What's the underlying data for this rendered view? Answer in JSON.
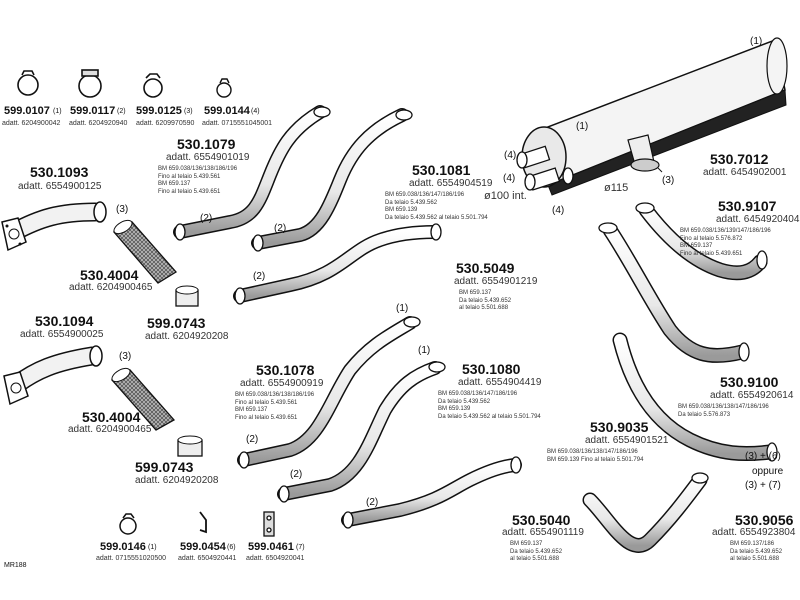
{
  "sheet_ref": "MR188",
  "parts": {
    "p5990107": {
      "code": "599.0107",
      "qty": "(1)",
      "adatt": "adatt. 6204900042"
    },
    "p5990117": {
      "code": "599.0117",
      "qty": "(2)",
      "adatt": "adatt. 6204920940"
    },
    "p5990125": {
      "code": "599.0125",
      "qty": "(3)",
      "adatt": "adatt. 6209970590"
    },
    "p5990144": {
      "code": "599.0144",
      "qty": "(4)",
      "adatt": "adatt. 0715551045001"
    },
    "p5301093": {
      "code": "530.1093",
      "adatt": "adatt. 6554900125"
    },
    "p5301079": {
      "code": "530.1079",
      "adatt": "adatt. 6554901019",
      "notes": "BM 659.038/136/138/186/196\nFino al telaio 5.439.561\nBM 659.137\nFino al telaio 5.439.651"
    },
    "p5301081": {
      "code": "530.1081",
      "adatt": "adatt. 6554904519",
      "notes": "BM 659.038/136/147/186/196\nDa telaio 5.439.562\nBM 659.139\nDa telaio 5.439.562 al telaio 5.501.794"
    },
    "p5307012": {
      "code": "530.7012",
      "adatt": "adatt. 6454902001"
    },
    "p5309107": {
      "code": "530.9107",
      "adatt": "adatt. 6454920404",
      "notes": "BM 659.038/136/139/147/186/196\nFino al telaio 5.576.872\nBM 659.137\nFino al telaio 5.439.651"
    },
    "p5304004a": {
      "code": "530.4004",
      "adatt": "adatt. 6204900465"
    },
    "p5990743a": {
      "code": "599.0743",
      "adatt": "adatt. 6204920208"
    },
    "p5305049": {
      "code": "530.5049",
      "adatt": "adatt. 6554901219",
      "notes": "BM 659.137\nDa telaio 5.439.652\nal telaio 5.501.688"
    },
    "p5301094": {
      "code": "530.1094",
      "adatt": "adatt. 6554900025"
    },
    "p5301078": {
      "code": "530.1078",
      "adatt": "adatt. 6554900919",
      "notes": "BM 659.038/136/138/186/196\nFino al telaio 5.439.561\nBM 659.137\nFino al telaio 5.439.651"
    },
    "p5301080": {
      "code": "530.1080",
      "adatt": "adatt. 6554904419",
      "notes": "BM 659.038/136/147/186/196\nDa telaio 5.439.562\nBM 659.139\nDa telaio 5.439.562 al telaio 5.501.794"
    },
    "p5309100": {
      "code": "530.9100",
      "adatt": "adatt. 6554920614",
      "notes": "BM 659.038/136/138/147/186/196\nDa telaio 5.576.873"
    },
    "p5304004b": {
      "code": "530.4004",
      "adatt": "adatt. 6204900465"
    },
    "p5309035": {
      "code": "530.9035",
      "adatt": "adatt. 6554901521",
      "notes": "BM 659.038/136/138/147/186/196\nBM 659.139 Fino al telaio 5.501.794"
    },
    "p5990743b": {
      "code": "599.0743",
      "adatt": "adatt. 6204920208"
    },
    "p5305040": {
      "code": "530.5040",
      "adatt": "adatt. 6554901119",
      "notes": "BM 659.137\nDa telaio 5.439.652\nal telaio 5.501.688"
    },
    "p5309056": {
      "code": "530.9056",
      "adatt": "adatt. 6554923804",
      "notes": "BM 659.137/186\nDa telaio 5.439.652\nal telaio 5.501.688"
    },
    "p5990146": {
      "code": "599.0146",
      "qty": "(1)",
      "adatt": "adatt. 0715551020500"
    },
    "p5990454": {
      "code": "599.0454",
      "qty": "(6)",
      "adatt": "adatt. 6504920441"
    },
    "p5990461": {
      "code": "599.0461",
      "qty": "(7)",
      "adatt": "adatt. 6504920041"
    }
  },
  "callouts": {
    "muffler_1a": "(1)",
    "muffler_1b": "(1)",
    "muffler_4a": "(4)",
    "muffler_4b": "(4)",
    "muffler_3": "(3)",
    "dia_100": "ø100 int.",
    "dia_115": "ø115",
    "pipe1093_3": "(3)",
    "pipe1094_3": "(3)",
    "p1079_2": "(2)",
    "p1081_2": "(2)",
    "p5049_2": "(2)",
    "p1078_2": "(2)",
    "p1080_2": "(2)",
    "p5040_2": "(2)",
    "p1078_1": "(1)",
    "p1080_1": "(1)",
    "combo_a": "(3) + (6)",
    "combo_or": "oppure",
    "combo_b": "(3) + (7)"
  }
}
